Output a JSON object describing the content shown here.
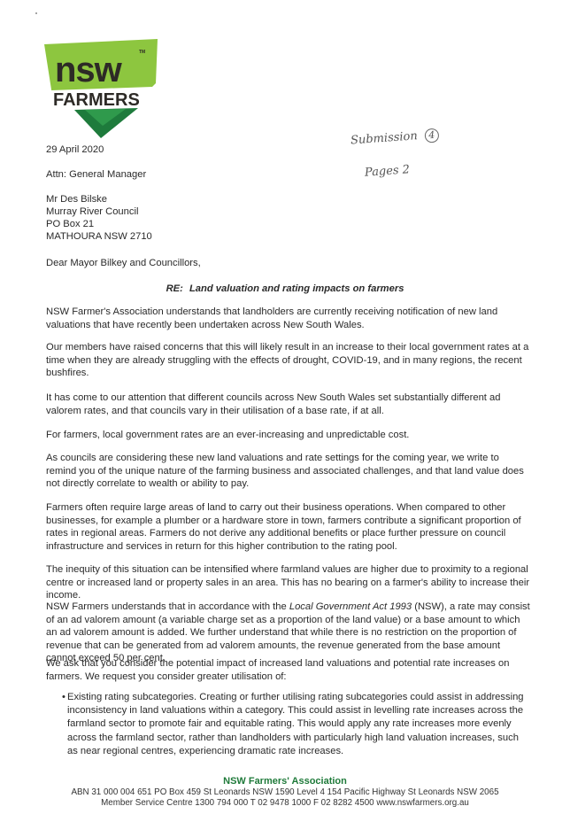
{
  "logo": {
    "line1": "nsw",
    "tm": "TM",
    "line2": "FARMERS"
  },
  "handwritten": {
    "line1": "Submission",
    "line2": "Pages 2",
    "circled": "4"
  },
  "date": "29 April 2020",
  "attention": "Attn: General Manager",
  "recipient": {
    "name": "Mr Des Bilske",
    "organisation": "Murray River Council",
    "box": "PO Box 21",
    "town": "MATHOURA NSW 2710"
  },
  "salutation": "Dear Mayor Bilkey and Councillors,",
  "subject": {
    "prefix": "RE:",
    "text": "Land valuation and rating impacts on farmers"
  },
  "paragraphs": {
    "p1": "NSW Farmer's Association understands that landholders are currently receiving notification of new land valuations that have recently been undertaken across New South Wales.",
    "p2": "Our members have raised concerns that this will likely result in an increase to their local government rates at a time when they are already struggling with the effects of drought, COVID-19, and in many regions, the recent bushfires.",
    "p3": "It has come to our attention that different councils across New South Wales set substantially different ad valorem rates, and that councils vary in their utilisation of a base rate, if at all.",
    "p4": "For farmers, local government rates are an ever-increasing and unpredictable cost.",
    "p5": "As councils are considering these new land valuations and rate settings for the coming year, we write to remind you of the unique nature of the farming business and associated challenges, and that land value does not directly correlate to wealth or ability to pay.",
    "p6": "Farmers often require large areas of land to carry out their business operations. When compared to other businesses, for example a plumber or a hardware store in town, farmers contribute a significant proportion of rates in regional areas. Farmers do not derive any additional benefits or place further pressure on council infrastructure and services in return for this higher contribution to the rating pool.",
    "p7": "The inequity of this situation can be intensified where farmland values are higher due to proximity to a regional centre or increased land or property sales in an area. This has no bearing on a farmer's ability to increase their income.",
    "p8_before": "NSW Farmers understands that in accordance with the ",
    "p8_act": "Local Government Act 1993",
    "p8_after": " (NSW), a rate may consist of an ad valorem amount (a variable charge set as a proportion of the land value) or a base amount to which an ad valorem amount is added. We further understand that while there is no restriction on the proportion of revenue that can be generated from ad valorem amounts, the revenue generated from the base amount cannot exceed 50 per cent.",
    "p9": "We ask that you consider the potential impact of increased land valuations and potential rate increases on farmers. We request you consider greater utilisation of:"
  },
  "bullets": [
    "Existing rating subcategories. Creating or further utilising rating subcategories could assist in addressing inconsistency in land valuations within a category. This could assist in levelling rate increases across the farmland sector to promote fair and equitable rating. This would apply any rate increases more evenly across the farmland sector, rather than landholders with particularly high land valuation increases, such as near regional centres, experiencing dramatic rate increases."
  ],
  "footer": {
    "org": "NSW Farmers' Association",
    "line1": "ABN 31 000 004 651  PO Box 459 St Leonards NSW 1590  Level 4 154 Pacific Highway St Leonards NSW 2065",
    "line2": "Member Service Centre  1300 794 000  T 02 9478 1000  F 02 8282 4500  www.nswfarmers.org.au"
  },
  "colors": {
    "logo_green": "#8dc63f",
    "logo_dark_green": "#1e7b3c",
    "logo_text": "#2d2a26",
    "footer_green": "#1f7a3a"
  }
}
